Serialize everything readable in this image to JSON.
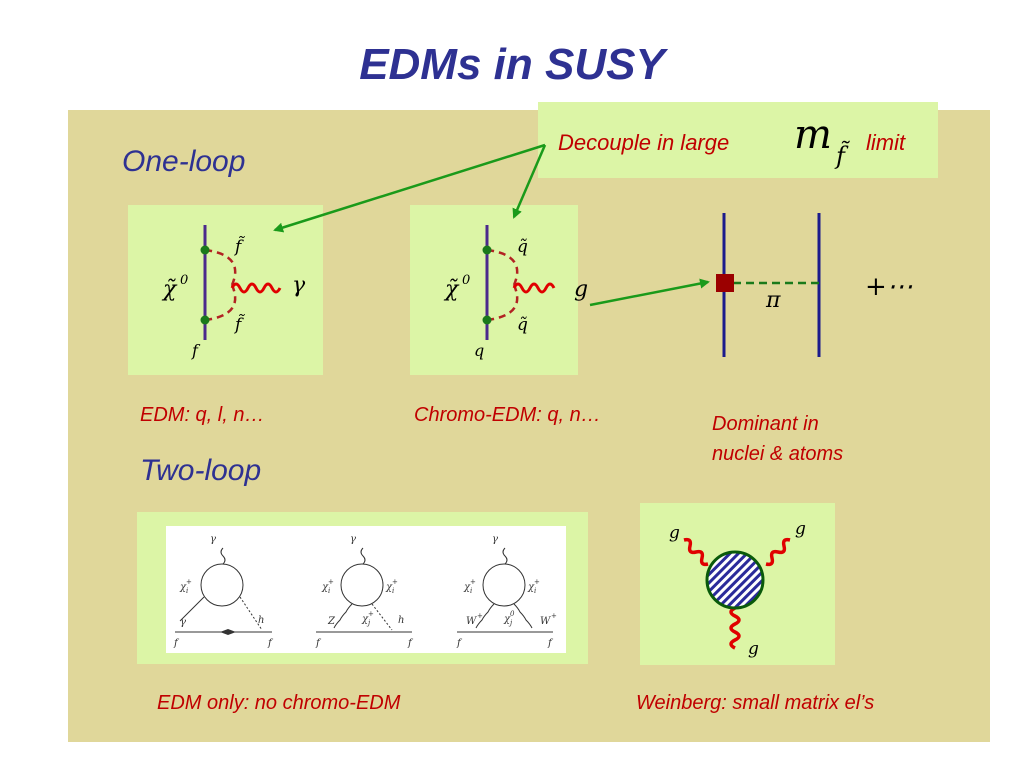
{
  "title": "EDMs in SUSY",
  "sections": {
    "one_loop": "One-loop",
    "two_loop": "Two-loop"
  },
  "callout": {
    "text_before": "Decouple in large",
    "math_m": "m",
    "math_sub": "f̃",
    "text_after": "limit"
  },
  "diagrams": {
    "photon_loop": {
      "neutralino": "χ̃",
      "neutralino_sup": "0",
      "sfermion_top": "f̃",
      "sfermion_bottom": "f̃",
      "boson": "γ",
      "fermion": "f"
    },
    "gluon_loop": {
      "neutralino": "χ̃",
      "neutralino_sup": "0",
      "squark_top": "q̃",
      "squark_bottom": "q̃",
      "boson": "g",
      "quark": "q"
    },
    "pion_exchange": {
      "pion": "π",
      "more": "+⋯"
    },
    "two_loop": {
      "d1": {
        "top": "γ",
        "left": "χ",
        "left_sub": "i",
        "left_sup": "+",
        "low_left": "γ",
        "low_right": "h",
        "f_left": "f",
        "f_right": "f"
      },
      "d2": {
        "top": "γ",
        "left": "χ",
        "left_sub": "i",
        "left_sup": "+",
        "right": "χ",
        "right_sub": "i",
        "right_sup": "+",
        "low_left": "Z",
        "mid": "χ",
        "mid_sub": "j",
        "mid_sup": "+",
        "low_right": "h",
        "f_left": "f",
        "f_right": "f"
      },
      "d3": {
        "top": "γ",
        "left": "χ",
        "left_sub": "i",
        "left_sup": "+",
        "right": "χ",
        "right_sub": "i",
        "right_sup": "+",
        "low_left": "W",
        "low_left_sup": "+",
        "mid": "χ",
        "mid_sub": "j",
        "mid_sup": "0",
        "low_right": "W",
        "low_right_sup": "+",
        "f_left": "f",
        "f_right": "f"
      }
    },
    "weinberg": {
      "g1": "g",
      "g2": "g",
      "g3": "g"
    }
  },
  "captions": {
    "edm": "EDM: q, l, n…",
    "chromo": "Chromo-EDM: q, n…",
    "dominant_line1": "Dominant in",
    "dominant_line2": "nuclei & atoms",
    "edm_only": "EDM only: no chromo-EDM",
    "weinberg": "Weinberg: small matrix el’s"
  },
  "colors": {
    "title": "#2e3192",
    "caption": "#c00000",
    "panel": "#e0d79a",
    "box": "#dcf5a6",
    "arrow": "#1a9a1a",
    "fermion_line": "#4b2a8c",
    "scalar_line": "#b22222",
    "gluon": "#e00000",
    "pion": "#1a7a1a"
  }
}
